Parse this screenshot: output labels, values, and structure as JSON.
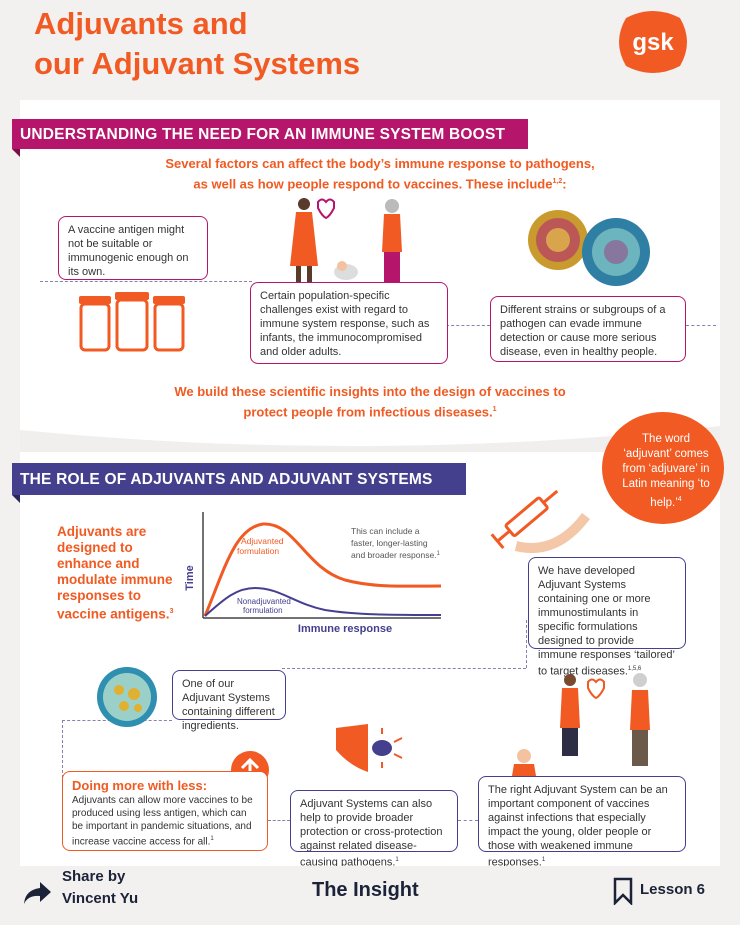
{
  "header": {
    "title_line1": "Adjuvants and",
    "title_line2": "our Adjuvant Systems",
    "logo_text": "gsk"
  },
  "section1": {
    "banner": "UNDERSTANDING THE NEED FOR AN IMMUNE SYSTEM BOOST",
    "intro_line1": "Several factors can affect the body’s immune response to pathogens,",
    "intro_line2": "as well as how people respond to vaccines. These include",
    "intro_sup": "1,2",
    "intro_end": ":",
    "box_antigen": "A vaccine antigen might not be suitable or immunogenic enough on its own.",
    "box_population": "Certain population-specific challenges exist with regard to immune system response, such as infants, the immunocompromised and older adults.",
    "box_strains": "Different strains or subgroups of a pathogen can evade immune detection or cause more serious disease, even in healthy people.",
    "insight_line1": "We build these scientific insights into the design of vaccines to",
    "insight_line2": "protect people from infectious diseases.",
    "insight_sup": "1"
  },
  "circle": {
    "text": "The word ‘adjuvant’ comes from ‘adjuvare’ in Latin meaning ‘to help.’",
    "sup": "4"
  },
  "section2": {
    "banner": "THE ROLE OF ADJUVANTS AND ADJUVANT SYSTEMS",
    "adjuvants_text": "Adjuvants are designed to enhance and modulate immune responses to vaccine antigens.",
    "adjuvants_sup": "3",
    "box_developed": "We have developed Adjuvant Systems containing one or more immunostimulants in specific formulations designed to provide immune responses ‘tailored’ to target diseases.",
    "box_developed_sup": "1,5,6",
    "box_ingredients": "One of our Adjuvant Systems containing different ingredients.",
    "doing_title": "Doing more with less:",
    "doing_text": "Adjuvants can allow more vaccines to be produced using less antigen, which can be important in pandemic situations, and increase vaccine access for all.",
    "doing_sup": "1",
    "box_protection": "Adjuvant Systems can also help to provide broader protection or cross-protection against related disease-causing pathogens.",
    "box_protection_sup": "1",
    "box_right": "The right Adjuvant System can be an important component of vaccines against infections that especially impact the young, older people or those with weakened immune responses.",
    "box_right_sup": "1"
  },
  "chart_data": {
    "type": "line",
    "xlabel": "Immune response",
    "ylabel": "Time",
    "series": [
      {
        "name": "Adjuvanted formulation",
        "color": "#f15a22"
      },
      {
        "name": "Nonadjuvanted formulation",
        "color": "#44408e"
      }
    ],
    "annotation": "This can include a faster, longer-lasting and broader response.",
    "annotation_sup": "1"
  },
  "footer": {
    "share_line1": "Share by",
    "share_line2": "Vincent Yu",
    "center_title": "The Insight",
    "lesson": "Lesson 6"
  },
  "icons": [
    "share-arrow-icon",
    "bookmark-icon",
    "up-arrow-icon",
    "shield-icon",
    "heart-shield-icon",
    "syringe-icon"
  ],
  "colors": {
    "orange": "#f15a22",
    "magenta": "#b5166b",
    "navy": "#44408e",
    "dark": "#1c2338"
  }
}
